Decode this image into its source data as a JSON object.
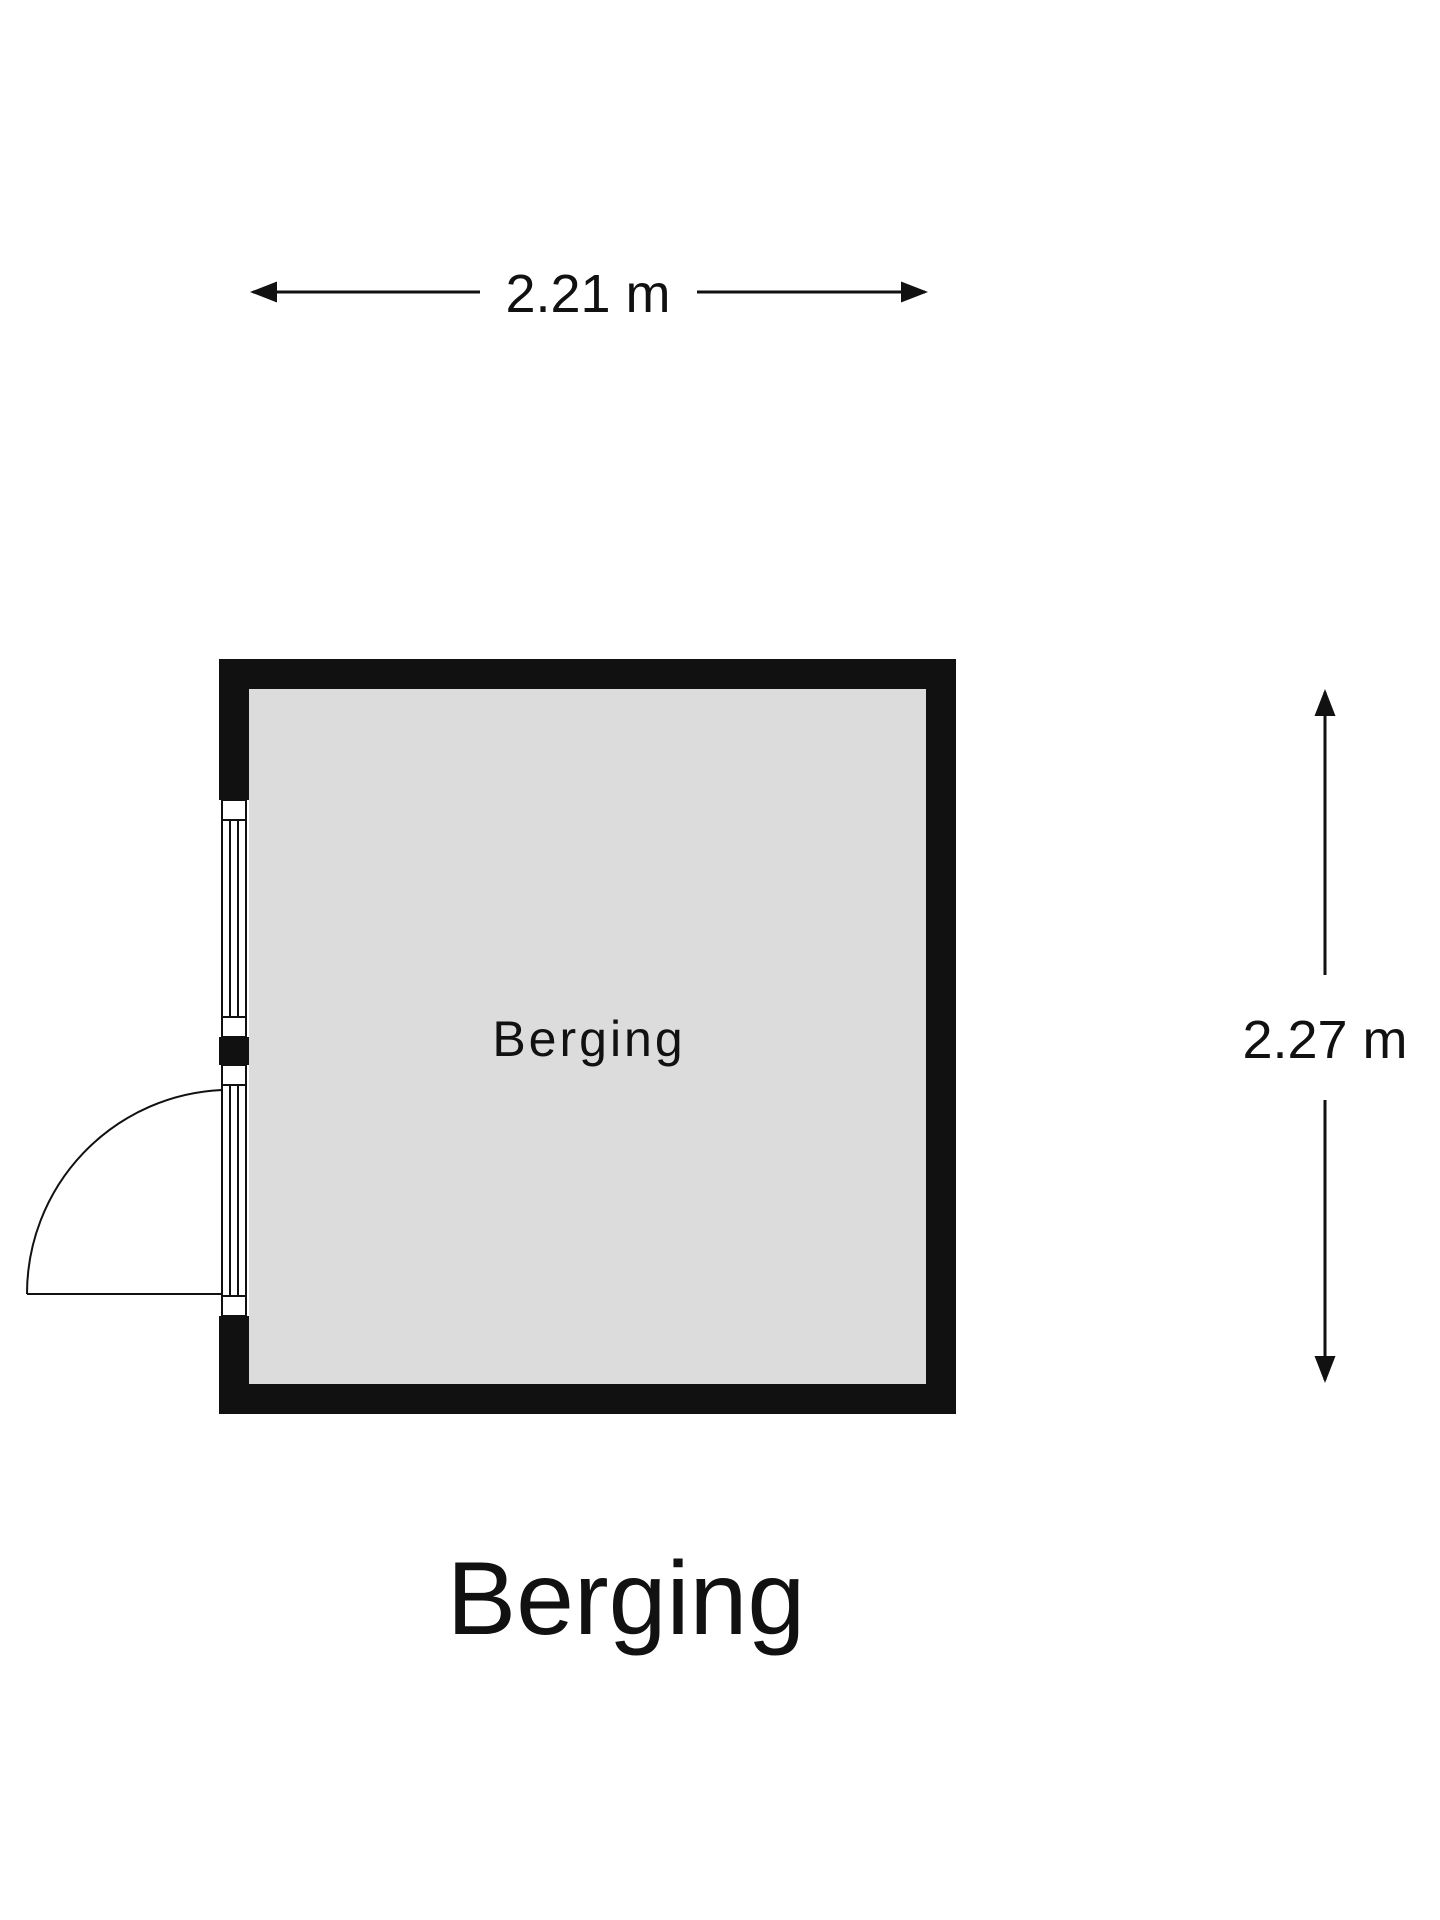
{
  "plan": {
    "title": "Berging",
    "room": {
      "label": "Berging",
      "floor_color": "#dcdcdc",
      "wall_color": "#111111"
    },
    "dimensions": {
      "width_label": "2.21 m",
      "height_label": "2.27 m"
    },
    "features": {
      "window_icon": "window-icon",
      "door_icon": "door-swing-icon"
    }
  }
}
